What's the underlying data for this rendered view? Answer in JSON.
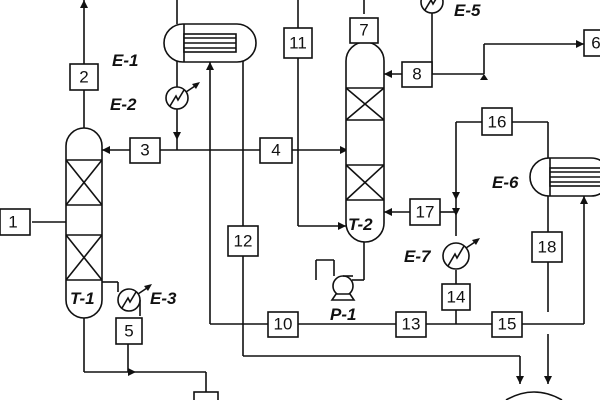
{
  "equipment": {
    "t1": "T-1",
    "t2": "T-2",
    "e1": "E-1",
    "e2": "E-2",
    "e3": "E-3",
    "e5": "E-5",
    "e6": "E-6",
    "e7": "E-7",
    "p1": "P-1"
  },
  "streams": {
    "s1": "1",
    "s2": "2",
    "s3": "3",
    "s4": "4",
    "s5": "5",
    "s6": "6",
    "s7": "7",
    "s8": "8",
    "s10": "10",
    "s11": "11",
    "s12": "12",
    "s13": "13",
    "s14": "14",
    "s15": "15",
    "s16": "16",
    "s17": "17",
    "s18": "18"
  },
  "colors": {
    "line": "#111111",
    "background": "#ffffff"
  }
}
